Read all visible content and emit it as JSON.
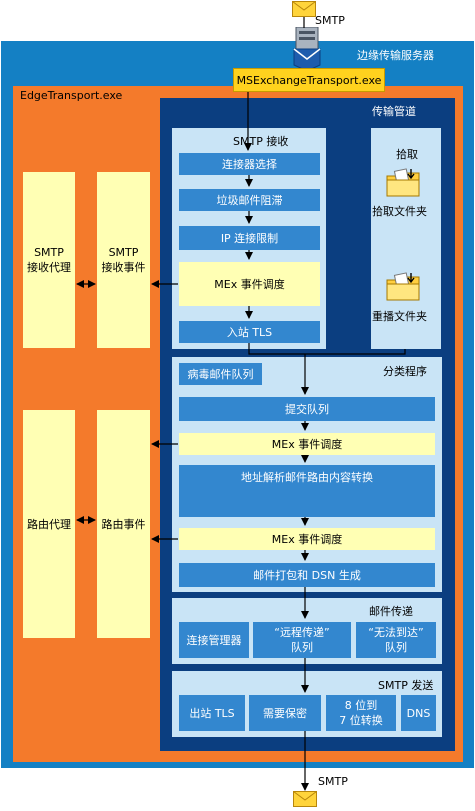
{
  "top_label": "SMTP",
  "bottom_label": "SMTP",
  "server_title": "边缘传输服务器",
  "process_name": "MSExchangeTransport.exe",
  "edge_exe": "EdgeTransport.exe",
  "pipeline_title": "传输管道",
  "smtp_receive": {
    "title": "SMTP 接收",
    "steps": [
      "连接器选择",
      "垃圾邮件阻滞",
      "IP 连接限制",
      "MEx 事件调度",
      "入站 TLS"
    ]
  },
  "pickup": {
    "title": "拾取",
    "pickup_folder": "拾取文件夹",
    "replay_folder": "重播文件夹"
  },
  "agents": {
    "smtp_agent": "SMTP\n接收代理",
    "smtp_event": "SMTP\n接收事件",
    "routing_agent": "路由代理",
    "routing_event": "路由事件"
  },
  "categorizer": {
    "title": "分类程序",
    "virus_queue": "病毒邮件队列",
    "submit_queue": "提交队列",
    "mex_dispatch_1": "MEx 事件调度",
    "resolve": "地址解析邮件路由内容转换",
    "mex_dispatch_2": "MEx 事件调度",
    "packaging": "邮件打包和 DSN 生成"
  },
  "delivery": {
    "title": "邮件传递",
    "connection_manager": "连接管理器",
    "remote_queue": "“远程传递”\n队列",
    "unreachable_queue": "“无法到达”\n队列"
  },
  "smtp_send": {
    "title": "SMTP 发送",
    "outbound_tls": "出站 TLS",
    "secrecy": "需要保密",
    "bit_convert": "8 位到\n7 位转换",
    "dns": "DNS"
  },
  "colors": {
    "outer_blue": "#1480c4",
    "orange": "#f47a2b",
    "navy": "#0b3e80",
    "section_bg": "#c9e4f6",
    "button_blue": "#3387cf",
    "pale_yellow": "#ffffb4",
    "process_yellow": "#ffd21e"
  }
}
